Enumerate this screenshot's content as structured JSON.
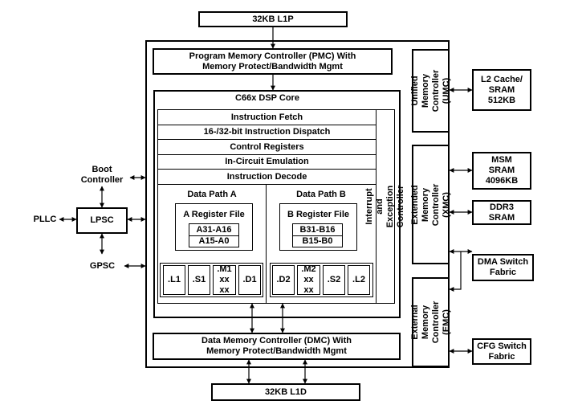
{
  "top_memory": "32KB L1P",
  "bottom_memory": "32KB L1D",
  "pmc": "Program Memory Controller (PMC) With\nMemory Protect/Bandwidth Mgmt",
  "dmc": "Data Memory Controller (DMC) With\nMemory Protect/Bandwidth Mgmt",
  "core_title": "C66x DSP Core",
  "pipeline": [
    "Instruction Fetch",
    "16-/32-bit Instruction Dispatch",
    "Control Registers",
    "In-Circuit Emulation",
    "Instruction Decode"
  ],
  "interrupt_controller": "Interrupt and Exception Controller",
  "datapath_a": {
    "title": "Data Path A",
    "regfile_title": "A Register File",
    "registers": [
      "A31-A16",
      "A15-A0"
    ],
    "units": [
      ".L1",
      ".S1",
      ".M1\nxx\nxx",
      ".D1"
    ]
  },
  "datapath_b": {
    "title": "Data Path B",
    "regfile_title": "B Register File",
    "registers": [
      "B31-B16",
      "B15-B0"
    ],
    "units": [
      ".D2",
      ".M2\nxx\nxx",
      ".S2",
      ".L2"
    ]
  },
  "left": {
    "boot": "Boot\nController",
    "lpsc": "LPSC",
    "pllc": "PLLC",
    "gpsc": "GPSC"
  },
  "controllers": {
    "umc": "Unified Memory\nController (UMC)",
    "xmc": "Extended Memory\nController (XMC)",
    "emc": "External Memory\nController (EMC)"
  },
  "right": {
    "l2": "L2 Cache/\nSRAM\n512KB",
    "msm": "MSM\nSRAM\n4096KB",
    "ddr3": "DDR3\nSRAM",
    "dma": "DMA Switch\nFabric",
    "cfg": "CFG Switch\nFabric"
  }
}
